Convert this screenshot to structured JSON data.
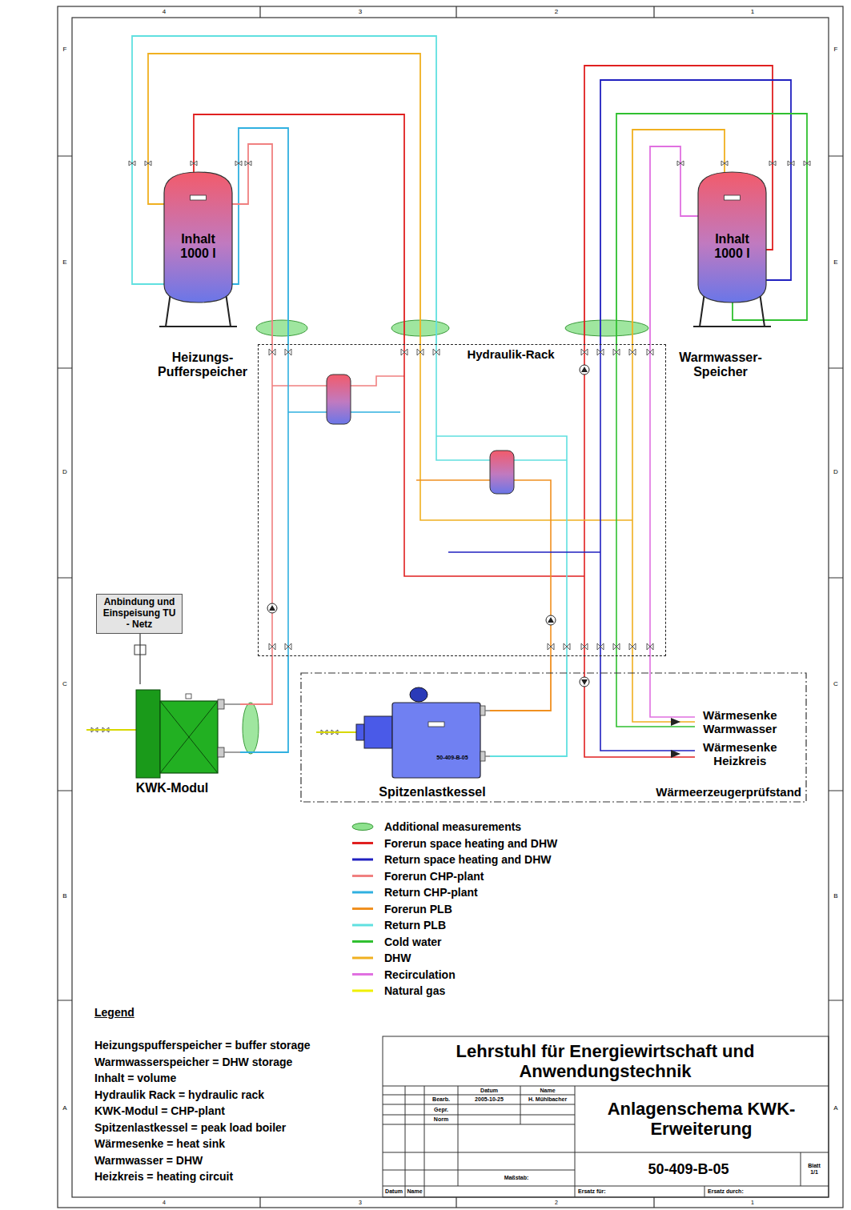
{
  "diagram": {
    "title": "Anlagenschema KWK-Erweiterung",
    "nodes": [
      {
        "text": [
          "Inhalt 1000 l",
          "Heizungs- Pufferspeicher"
        ]
      },
      {
        "text": [
          "Inhalt 1000 l",
          "Warmwasser- Speicher"
        ]
      },
      {
        "text": [
          "Hydraulik-Rack"
        ]
      },
      {
        "text": [
          "Anbindung und Einspeisung TU - Netz"
        ]
      },
      {
        "text": [
          "KWK-Modul"
        ]
      },
      {
        "text": [
          "Wärmeerzeugerprüfstand"
        ]
      },
      {
        "text": [
          "50-409-B-05",
          "Spitzenlastkessel"
        ],
        "in": 5
      }
    ],
    "edges": [
      {
        "from": 0,
        "to": 2,
        "arrow": "none"
      },
      {
        "from": 0,
        "to": 2,
        "arrow": "none"
      },
      {
        "from": 0,
        "to": 2,
        "arrow": "none"
      },
      {
        "from": 0,
        "to": 2,
        "arrow": "none"
      },
      {
        "from": 0,
        "to": 2,
        "arrow": "none"
      },
      {
        "from": 1,
        "to": 2,
        "arrow": "none"
      },
      {
        "from": 1,
        "to": 2,
        "arrow": "none"
      },
      {
        "from": 1,
        "to": 2,
        "arrow": "none"
      },
      {
        "from": 1,
        "to": 2,
        "arrow": "none"
      },
      {
        "from": 1,
        "to": 2,
        "arrow": "none"
      },
      {
        "from": 2,
        "to": 4,
        "arrow": "none"
      },
      {
        "from": 2,
        "to": 4,
        "arrow": "none"
      },
      {
        "from": 2,
        "to": 6,
        "arrow": "none"
      },
      {
        "from": 2,
        "to": 6,
        "arrow": "none"
      },
      {
        "from": 3,
        "to": 4,
        "arrow": "none"
      }
    ],
    "labels": [
      "4",
      "3",
      "2",
      "1",
      "4",
      "3",
      "2",
      "1",
      "F",
      "E",
      "D",
      "C",
      "B",
      "A",
      "F",
      "E",
      "D",
      "C",
      "B",
      "A",
      "Wärmesenke Warmwasser",
      "Wärmesenke Heizkreis",
      "Legend",
      "Heizungspufferspeicher = buffer storage",
      "Warmwasserspeicher = DHW storage",
      "Inhalt = volume",
      "Hydraulik Rack = hydraulic rack",
      "KWK-Modul = CHP-plant",
      "Spitzenlastkessel = peak load boiler",
      "Wärmesenke = heat sink",
      "Warmwasser = DHW",
      "Heizkreis = heating circuit",
      "Lehrstuhl für Energiewirtschaft und Anwendungstechnik",
      "Datum",
      "Name",
      "Bearb.",
      "2005-10-25",
      "H. Mühlbacher",
      "Gepr.",
      "Norm",
      "Maßstab:",
      "Datum",
      "Name",
      "50-409-B-05",
      "Blatt 1/1",
      "Ersatz für:",
      "Ersatz durch:"
    ],
    "legend": [
      {
        "text": "Additional measurements"
      },
      {
        "text": "Forerun space heating and DHW",
        "color": "#e02020"
      },
      {
        "text": "Return space heating and DHW",
        "color": "#2020c0"
      },
      {
        "text": "Forerun CHP-plant",
        "color": "#f08080"
      },
      {
        "text": "Return CHP-plant",
        "color": "#30b0e0"
      },
      {
        "text": "Forerun PLB",
        "color": "#f09020"
      },
      {
        "text": "Return PLB",
        "color": "#60e0e0"
      },
      {
        "text": "Cold water",
        "color": "#30c030"
      },
      {
        "text": "DHW",
        "color": "#f0b020"
      },
      {
        "text": "Recirculation",
        "color": "#e070e0"
      },
      {
        "text": "Natural gas",
        "color": "#f0f000"
      }
    ]
  }
}
